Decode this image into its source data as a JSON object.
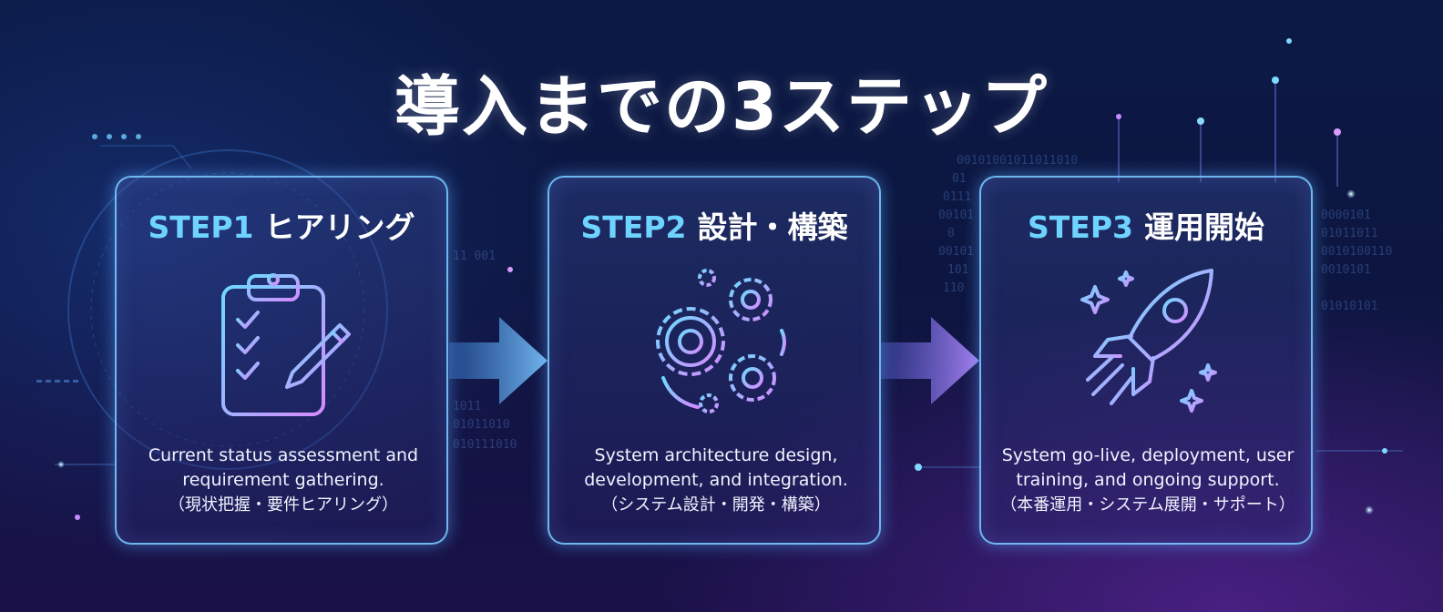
{
  "title": "導入までの3ステップ",
  "steps": [
    {
      "step": "STEP1",
      "name": "ヒアリング",
      "icon": "clipboard-checklist-icon",
      "desc_en": "Current status assessment and requirement gathering.",
      "desc_jp": "（現状把握・要件ヒアリング）"
    },
    {
      "step": "STEP2",
      "name": "設計・構築",
      "icon": "gears-icon",
      "desc_en": "System architecture design, development, and integration.",
      "desc_jp": "（システム設計・開発・構築）"
    },
    {
      "step": "STEP3",
      "name": "運用開始",
      "icon": "rocket-icon",
      "desc_en": "System go-live, deployment, user training, and ongoing support.",
      "desc_jp": "（本番運用・システム展開・サポート）"
    }
  ],
  "colors": {
    "accent_cyan": "#6fd3ff",
    "accent_purple": "#c77dff",
    "background": "#0d1640"
  }
}
